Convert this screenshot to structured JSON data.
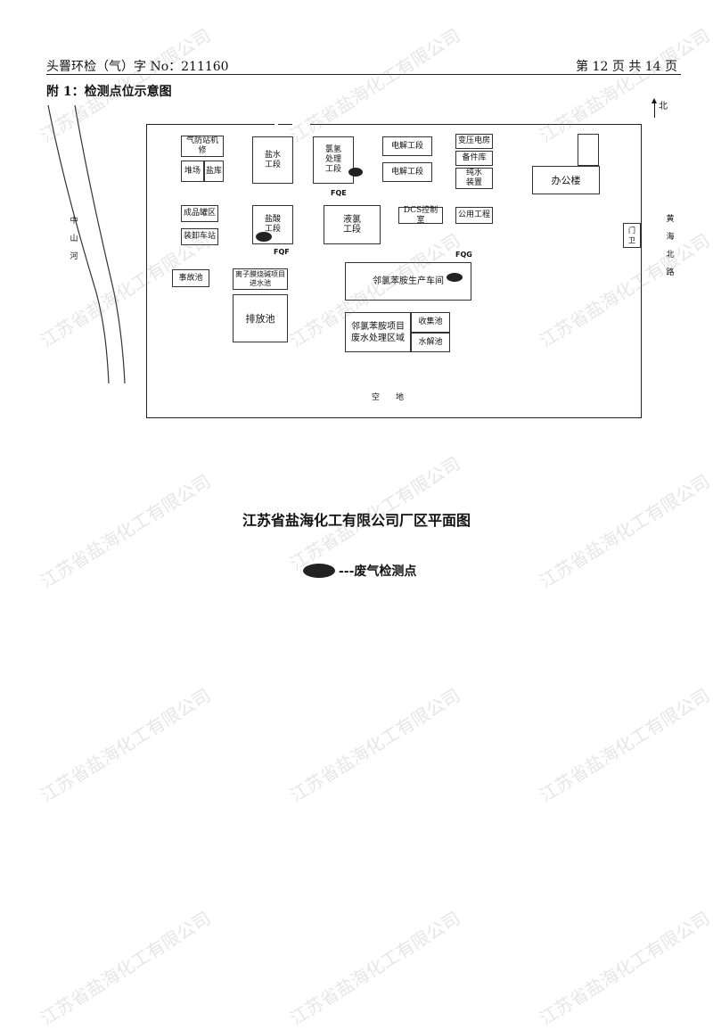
{
  "header": {
    "doc_no": "头罾环检（气）字 No：211160",
    "page": "第 12 页 共 14 页"
  },
  "attachment_title": "附 1：检测点位示意图",
  "north_label": "北",
  "roads": {
    "river": "中山河",
    "road": "黄海北路"
  },
  "buildings": {
    "gas_station": "气防站机修",
    "yard": "堆场",
    "salt_store": "盐库",
    "brine": "盐水工段",
    "chlorine": "氯氢处理工段",
    "electrolysis1": "电解工段",
    "electrolysis2": "电解工段",
    "substation": "变压电房",
    "spare": "备件库",
    "pure_water": "纯水装置",
    "office": "办公楼",
    "product_tank": "成品罐区",
    "loading": "装卸车站",
    "hcl": "盐酸工段",
    "liquid_cl": "液氯工段",
    "dcs": "DCS控制室",
    "utility": "公用工程",
    "gate": "门卫",
    "accident_pool": "事故池",
    "ion_membrane": "离子膜烧碱项目进水池",
    "workshop": "邻氯苯胺生产车间",
    "discharge_pool": "排放池",
    "wastewater": "邻氯苯胺项目废水处理区域",
    "collect_pool": "收集池",
    "hydrolysis_pool": "水解池",
    "empty_land": "空　　地"
  },
  "points": {
    "fqe": "FQE",
    "fqf": "FQF",
    "fqg": "FQG"
  },
  "caption": "江苏省盐海化工有限公司厂区平面图",
  "legend": "---废气检测点",
  "watermark": "江苏省盐海化工有限公司"
}
